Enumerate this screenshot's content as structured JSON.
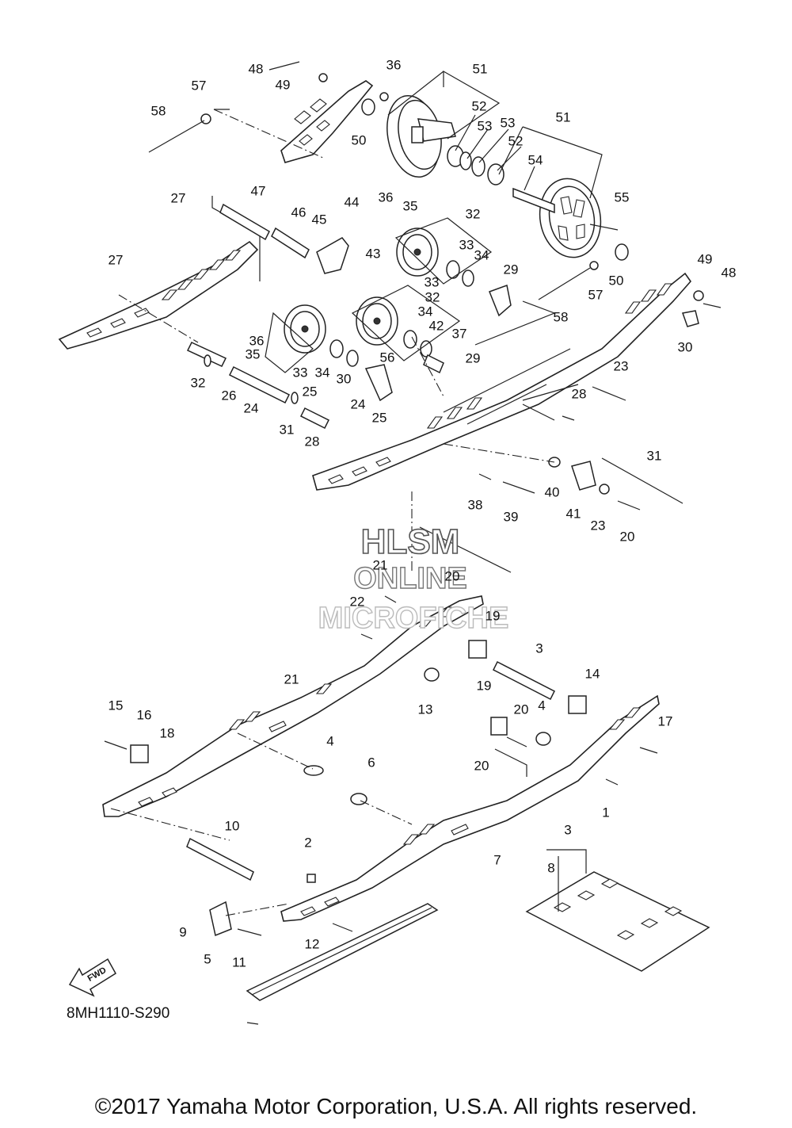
{
  "diagram": {
    "code": "8MH1110-S290",
    "copyright": "©2017 Yamaha Motor Corporation, U.S.A. All rights reserved.",
    "fwd_label": "FWD",
    "watermark": [
      "HLSM",
      "ONLINE",
      "MICROFICHE"
    ],
    "callouts": [
      "48",
      "49",
      "36",
      "51",
      "57",
      "58",
      "50",
      "52",
      "53",
      "53",
      "51",
      "52",
      "54",
      "55",
      "27",
      "47",
      "46",
      "45",
      "44",
      "36",
      "35",
      "32",
      "33",
      "34",
      "27",
      "43",
      "29",
      "49",
      "48",
      "50",
      "57",
      "58",
      "36",
      "35",
      "33",
      "32",
      "34",
      "42",
      "37",
      "56",
      "30",
      "33",
      "34",
      "30",
      "29",
      "24",
      "25",
      "32",
      "26",
      "25",
      "24",
      "31",
      "28",
      "23",
      "28",
      "31",
      "38",
      "39",
      "40",
      "41",
      "23",
      "20",
      "20",
      "21",
      "22",
      "3",
      "19",
      "21",
      "13",
      "14",
      "15",
      "16",
      "18",
      "19",
      "20",
      "4",
      "17",
      "4",
      "20",
      "6",
      "1",
      "10",
      "3",
      "2",
      "7",
      "8",
      "9",
      "5",
      "11",
      "12"
    ]
  }
}
